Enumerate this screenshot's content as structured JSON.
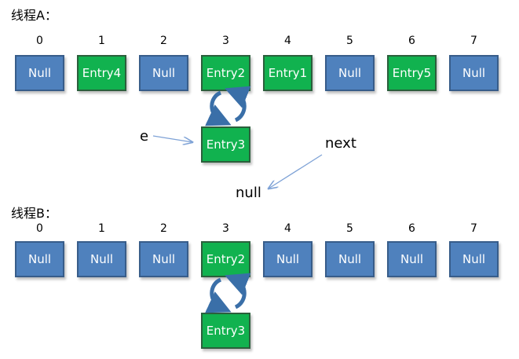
{
  "colors": {
    "null_fill": "#4f81bd",
    "entry_fill": "#11b24f",
    "arrow": "#7ea2d6",
    "cycle": "#3a6fa8"
  },
  "threadA": {
    "title": "线程A：",
    "indices": [
      "0",
      "1",
      "2",
      "3",
      "4",
      "5",
      "6",
      "7"
    ],
    "cells": [
      {
        "label": "Null",
        "kind": "null"
      },
      {
        "label": "Entry4",
        "kind": "entry"
      },
      {
        "label": "Null",
        "kind": "null"
      },
      {
        "label": "Entry2",
        "kind": "entry"
      },
      {
        "label": "Entry1",
        "kind": "entry"
      },
      {
        "label": "Null",
        "kind": "null"
      },
      {
        "label": "Entry5",
        "kind": "entry"
      },
      {
        "label": "Null",
        "kind": "null"
      }
    ],
    "chained": {
      "label": "Entry3"
    },
    "e_label": "e",
    "next_label": "next",
    "null_label": "null"
  },
  "threadB": {
    "title": "线程B：",
    "indices": [
      "0",
      "1",
      "2",
      "3",
      "4",
      "5",
      "6",
      "7"
    ],
    "cells": [
      {
        "label": "Null",
        "kind": "null"
      },
      {
        "label": "Null",
        "kind": "null"
      },
      {
        "label": "Null",
        "kind": "null"
      },
      {
        "label": "Entry2",
        "kind": "entry"
      },
      {
        "label": "Null",
        "kind": "null"
      },
      {
        "label": "Null",
        "kind": "null"
      },
      {
        "label": "Null",
        "kind": "null"
      },
      {
        "label": "Null",
        "kind": "null"
      }
    ],
    "chained": {
      "label": "Entry3"
    }
  }
}
